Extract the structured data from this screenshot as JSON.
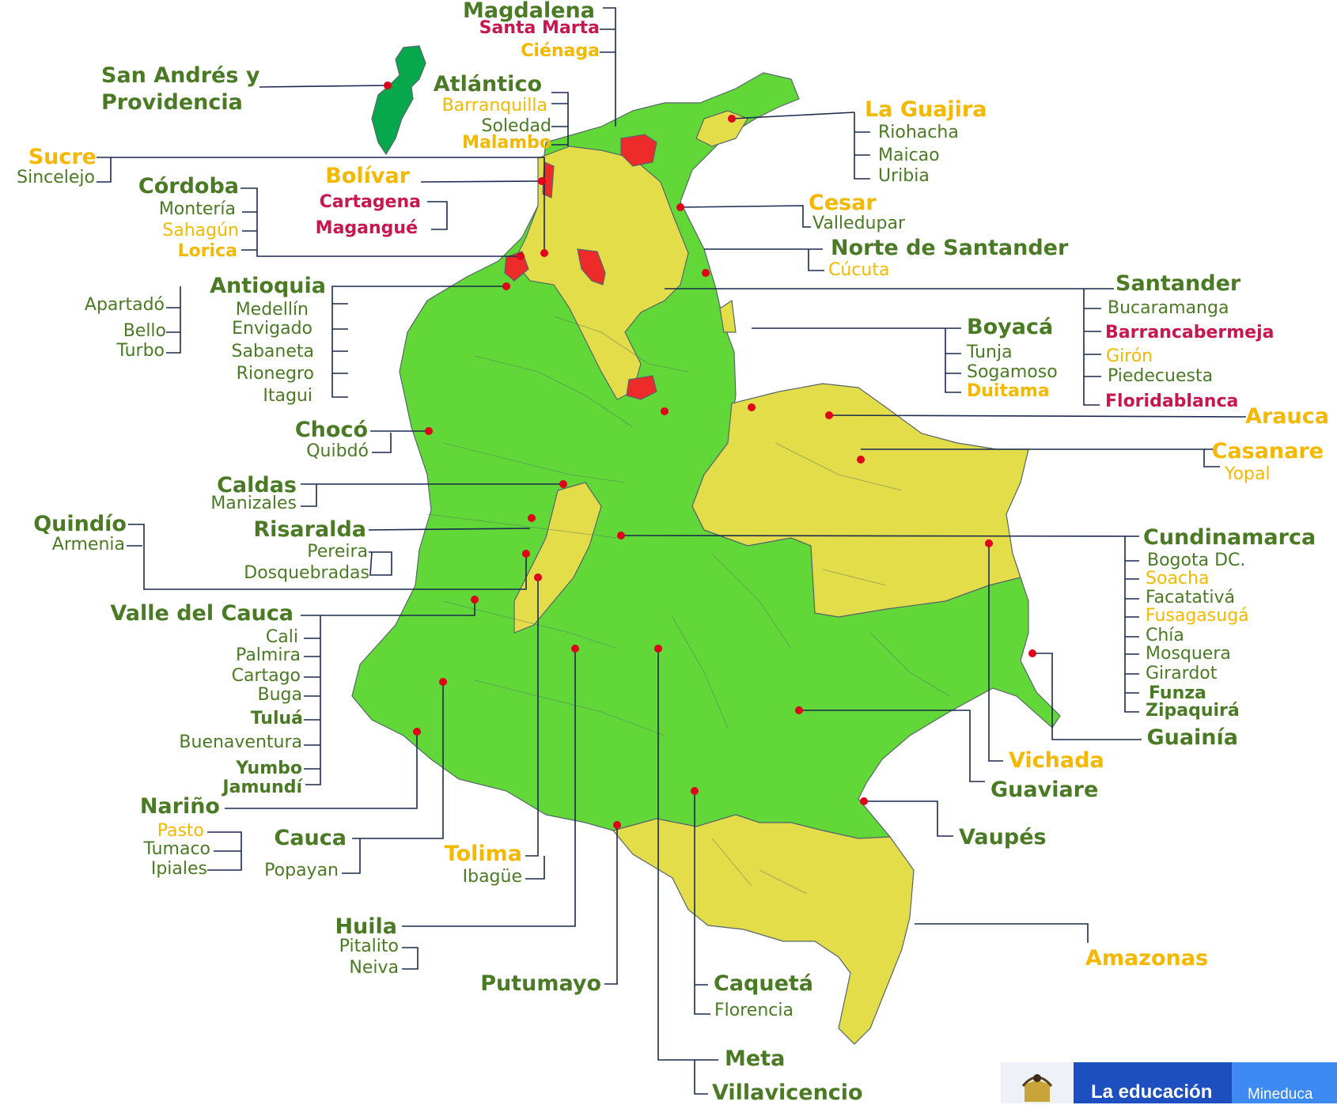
{
  "colors": {
    "green_region": "#62d838",
    "yellow_region": "#e2dd48",
    "red_region": "#ed2b2b",
    "island_green": "#06a84b",
    "border": "#55666b",
    "leader_line": "#1b2a4e",
    "marker": "#e0001a",
    "label_green": "#4a7a23",
    "label_gold": "#f5b800",
    "label_red": "#c8174f"
  },
  "labels": {
    "magdalena": "Magdalena",
    "santa_marta": "Santa Marta",
    "cienaga": "Ciénaga",
    "san_andres_1": "San Andrés y",
    "san_andres_2": "Providencia",
    "atlantico": "Atlántico",
    "barranquilla": "Barranquilla",
    "soledad": "Soledad",
    "malambo": "Malambo",
    "sucre": "Sucre",
    "sincelejo": "Sincelejo",
    "bolivar": "Bolívar",
    "cartagena": "Cartagena",
    "magangue": "Magangué",
    "cordoba": "Córdoba",
    "monteria": "Montería",
    "sahagun": "Sahagún",
    "lorica": "Lorica",
    "la_guajira": "La Guajira",
    "riohacha": "Riohacha",
    "maicao": "Maicao",
    "uribia": "Uribia",
    "cesar": "Cesar",
    "valledupar": "Valledupar",
    "norte_santander": "Norte de Santander",
    "cucuta": "Cúcuta",
    "santander": "Santander",
    "bucaramanga": "Bucaramanga",
    "barrancabermeja": "Barrancabermeja",
    "giron": "Girón",
    "piedecuesta": "Piedecuesta",
    "floridablanca": "Floridablanca",
    "antioquia": "Antioquia",
    "apartado": "Apartadó",
    "bello": "Bello",
    "turbo": "Turbo",
    "medellin": "Medellín",
    "envigado": "Envigado",
    "sabaneta": "Sabaneta",
    "rionegro": "Rionegro",
    "itagui": "Itagui",
    "boyaca": "Boyacá",
    "tunja": "Tunja",
    "sogamoso": "Sogamoso",
    "duitama": "Duitama",
    "arauca": "Arauca",
    "casanare": "Casanare",
    "yopal": "Yopal",
    "choco": "Chocó",
    "quibdo": "Quibdó",
    "caldas": "Caldas",
    "manizales": "Manizales",
    "quindio": "Quindío",
    "armenia": "Armenia",
    "risaralda": "Risaralda",
    "pereira": "Pereira",
    "dosquebradas": "Dosquebradas",
    "cundinamarca": "Cundinamarca",
    "bogota": "Bogota DC.",
    "soacha": "Soacha",
    "facatativa": "Facatativá",
    "fusagasuga": "Fusagasugá",
    "chia": "Chía",
    "mosquera": "Mosquera",
    "girardot": "Girardot",
    "funza": "Funza",
    "zipaquira": "Zipaquirá",
    "valle": "Valle del Cauca",
    "cali": "Cali",
    "palmira": "Palmira",
    "cartago": "Cartago",
    "buga": "Buga",
    "tulua": "Tuluá",
    "buenaventura": "Buenaventura",
    "yumbo": "Yumbo",
    "jamundi": "Jamundí",
    "guainia": "Guainía",
    "vichada": "Vichada",
    "guaviare": "Guaviare",
    "narino": "Nariño",
    "pasto": "Pasto",
    "tumaco": "Tumaco",
    "ipiales": "Ipiales",
    "cauca": "Cauca",
    "popayan": "Popayan",
    "tolima": "Tolima",
    "ibague": "Ibagüe",
    "vaupes": "Vaupés",
    "huila": "Huila",
    "pitalito": "Pitalito",
    "neiva": "Neiva",
    "putumayo": "Putumayo",
    "amazonas": "Amazonas",
    "caqueta": "Caquetá",
    "florencia": "Florencia",
    "meta": "Meta",
    "villavicencio": "Villavicencio"
  },
  "footer": {
    "slogan": "La educación",
    "brand": "Mineduca",
    "seal_icon": "coat-of-arms-icon"
  }
}
